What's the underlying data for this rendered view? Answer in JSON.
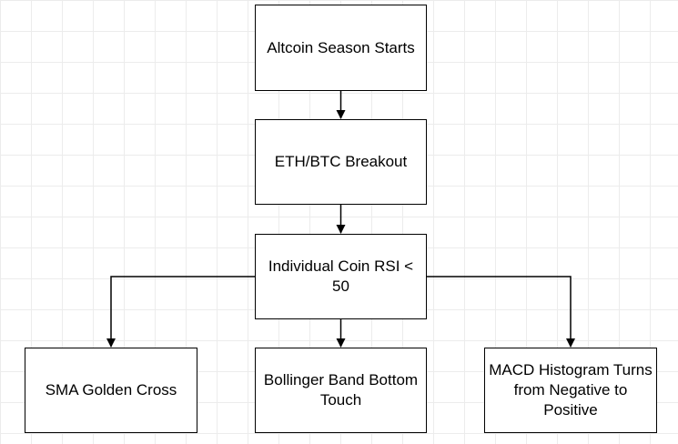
{
  "diagram": {
    "nodes": [
      {
        "id": "n1",
        "label": "Altcoin Season Starts"
      },
      {
        "id": "n2",
        "label": "ETH/BTC Breakout"
      },
      {
        "id": "n3",
        "label": "Individual Coin RSI < 50"
      },
      {
        "id": "n4",
        "label": "SMA Golden Cross"
      },
      {
        "id": "n5",
        "label": "Bollinger Band Bottom Touch"
      },
      {
        "id": "n6",
        "label": "MACD Histogram Turns from Negative to Positive"
      }
    ],
    "edges": [
      {
        "from": "n1",
        "to": "n2"
      },
      {
        "from": "n2",
        "to": "n3"
      },
      {
        "from": "n3",
        "to": "n4"
      },
      {
        "from": "n3",
        "to": "n5"
      },
      {
        "from": "n3",
        "to": "n6"
      }
    ],
    "colors": {
      "stroke": "#000000",
      "fill": "#ffffff",
      "grid": "#ececec"
    }
  }
}
